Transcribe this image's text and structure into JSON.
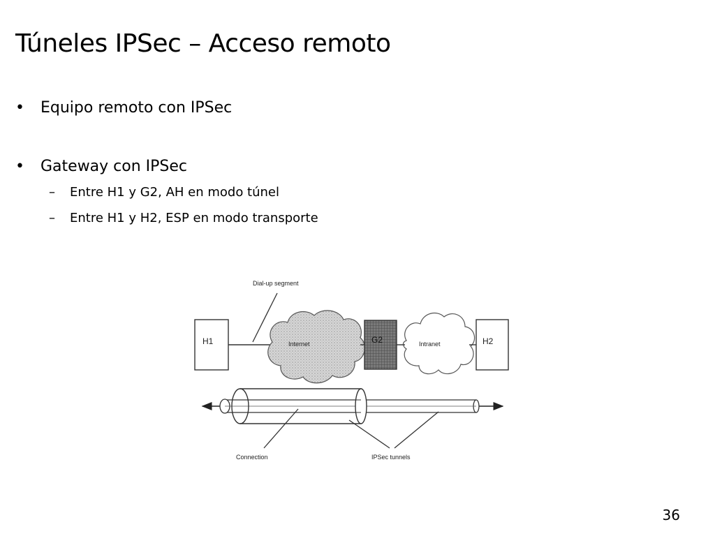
{
  "slide": {
    "title": "Túneles IPSec – Acceso remoto",
    "bullets": [
      {
        "mark": "•",
        "text": "Equipo remoto con IPSec"
      },
      {
        "mark": "•",
        "text": "Gateway con IPSec"
      }
    ],
    "sub_bullets": [
      {
        "mark": "–",
        "text": "Entre H1 y G2, AH en modo túnel"
      },
      {
        "mark": "–",
        "text": "Entre H1 y H2, ESP en modo transporte"
      }
    ],
    "page_number": "36"
  },
  "diagram": {
    "labels": {
      "dialup": "Dial-up segment",
      "h1": "H1",
      "internet": "Internet",
      "g2": "G2",
      "intranet": "Intranet",
      "h2": "H2",
      "connection": "Connection",
      "ipsec_tunnels": "IPSec tunnels"
    }
  }
}
